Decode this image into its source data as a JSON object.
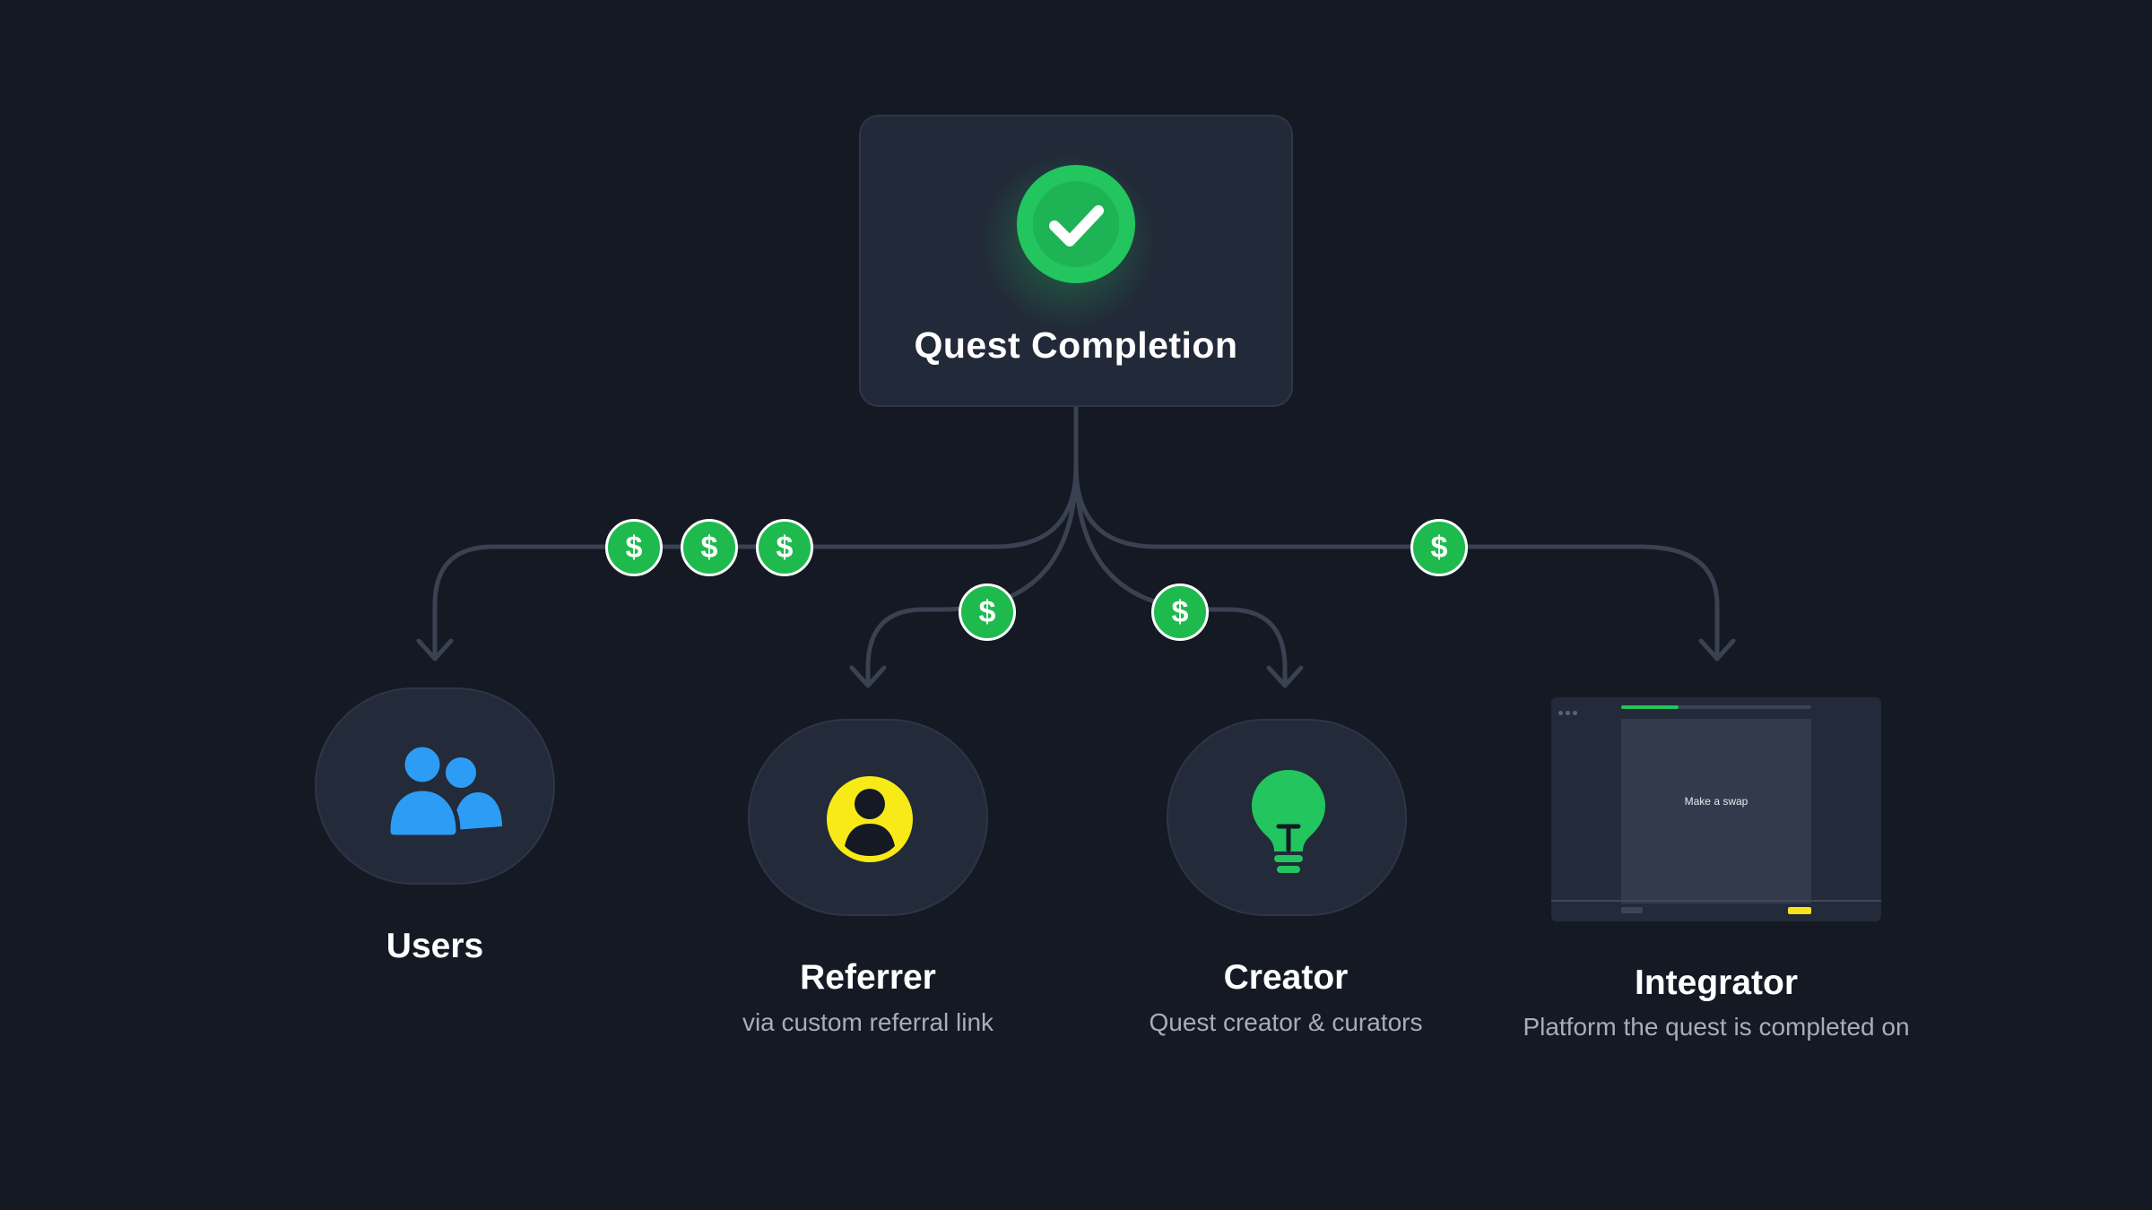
{
  "source": {
    "title": "Quest Completion",
    "icon": "check-circle-icon",
    "color": "#22c55e"
  },
  "recipients": [
    {
      "label": "Users",
      "subtitle": "",
      "icon": "users-icon",
      "color": "#2d9cf4",
      "coins": 3
    },
    {
      "label": "Referrer",
      "subtitle": "via custom referral link",
      "icon": "user-avatar-icon",
      "color": "#f7ea17",
      "coins": 1
    },
    {
      "label": "Creator",
      "subtitle": "Quest creator & curators",
      "icon": "lightbulb-icon",
      "color": "#22c55e",
      "coins": 1
    },
    {
      "label": "Integrator",
      "subtitle": "Platform the quest is completed on",
      "icon": "app-window-mockup",
      "coins": 1
    }
  ],
  "coin": {
    "symbol": "$",
    "color": "#1fba4e"
  },
  "mockup": {
    "task_label": "Make a swap",
    "progress": 0.3,
    "action_color": "#f7e21c"
  }
}
